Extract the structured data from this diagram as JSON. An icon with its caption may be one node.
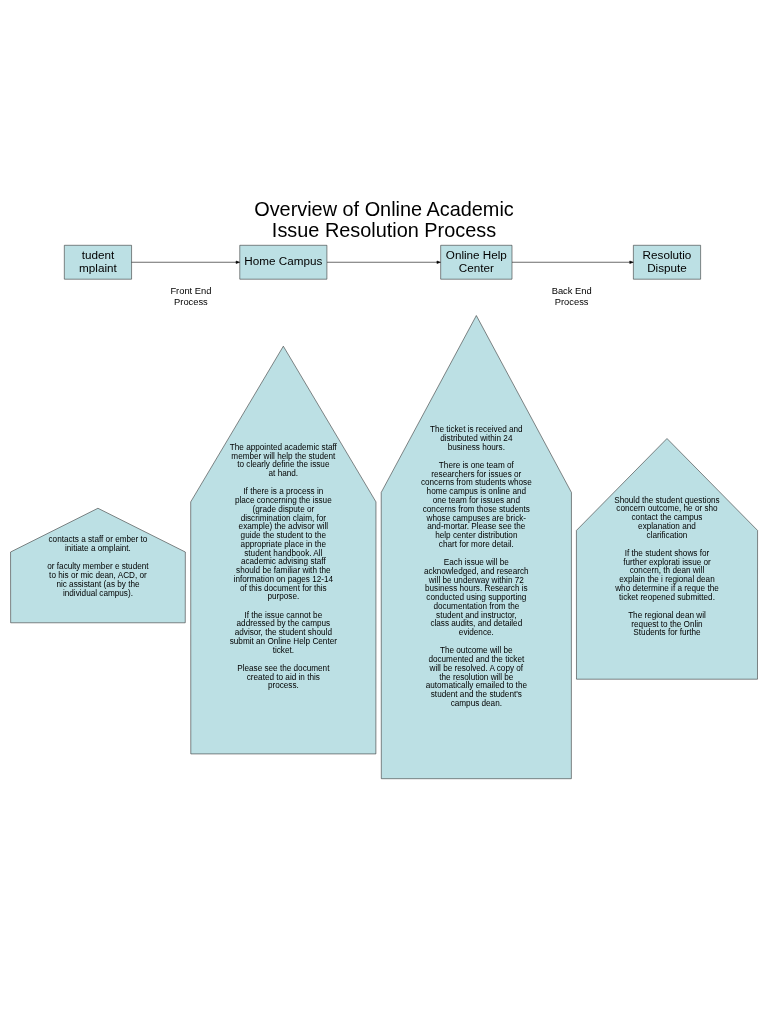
{
  "diagram": {
    "title": "Overview of Online Academic Issue Resolution Process",
    "nodes": [
      {
        "text": [
          "tudent mplaint"
        ]
      },
      {
        "text": [
          "Home Campus"
        ]
      },
      {
        "text": [
          "Online Help Center"
        ]
      },
      {
        "text": [
          "Resolutio Dispute"
        ]
      },
      {
        "text": [
          "contacts a staff or ember to initiate a omplaint.",
          "or faculty member e student to his or mic dean, ACD, or nic assistant (as by the individual campus)."
        ]
      },
      {
        "text": [
          "The appointed academic staff member will help the student to clearly define the issue at hand.",
          "If there is a process in place concerning the issue (grade dispute or discrimination claim, for example) the advisor will guide the student to the appropriate place in the student handbook. All academic advising staff should be familiar with the information on pages 12-14 of this document for this purpose.",
          "If the issue cannot be addressed by the campus advisor, the student should submit an Online Help Center ticket.",
          "Please see the document created to aid in this process."
        ]
      },
      {
        "text": [
          "The ticket is received and distributed within 24 business hours.",
          "There is one team of researchers for issues or concerns from students whose home campus is online and one team for issues and concerns from those students whose campuses are brick-and-mortar. Please see the help center distribution chart for more detail.",
          "Each issue will be acknowledged, and research will be underway within 72 business hours. Research is conducted using supporting documentation from the student and instructor, class audits, and detailed evidence.",
          "The outcome will be documented and the ticket will be resolved. A copy of the resolution will be automatically emailed to the student and the student's campus dean."
        ]
      },
      {
        "text": [
          "Should the student questions concern outcome, he or sho contact the campus explanation and clarification",
          "If the student shows for further explorati issue or concern, th dean will explain the i regional dean who determine if a reque the ticket reopened submitted.",
          "The regional dean wil request to the Onlin Students for furthe"
        ]
      }
    ],
    "edges": [
      {
        "from": 0,
        "to": 1,
        "arrow": "to"
      },
      {
        "from": 1,
        "to": 2,
        "arrow": "to"
      },
      {
        "from": 2,
        "to": 3,
        "arrow": "to"
      }
    ],
    "labels": [
      "Front End Process",
      "Back End Process"
    ]
  }
}
